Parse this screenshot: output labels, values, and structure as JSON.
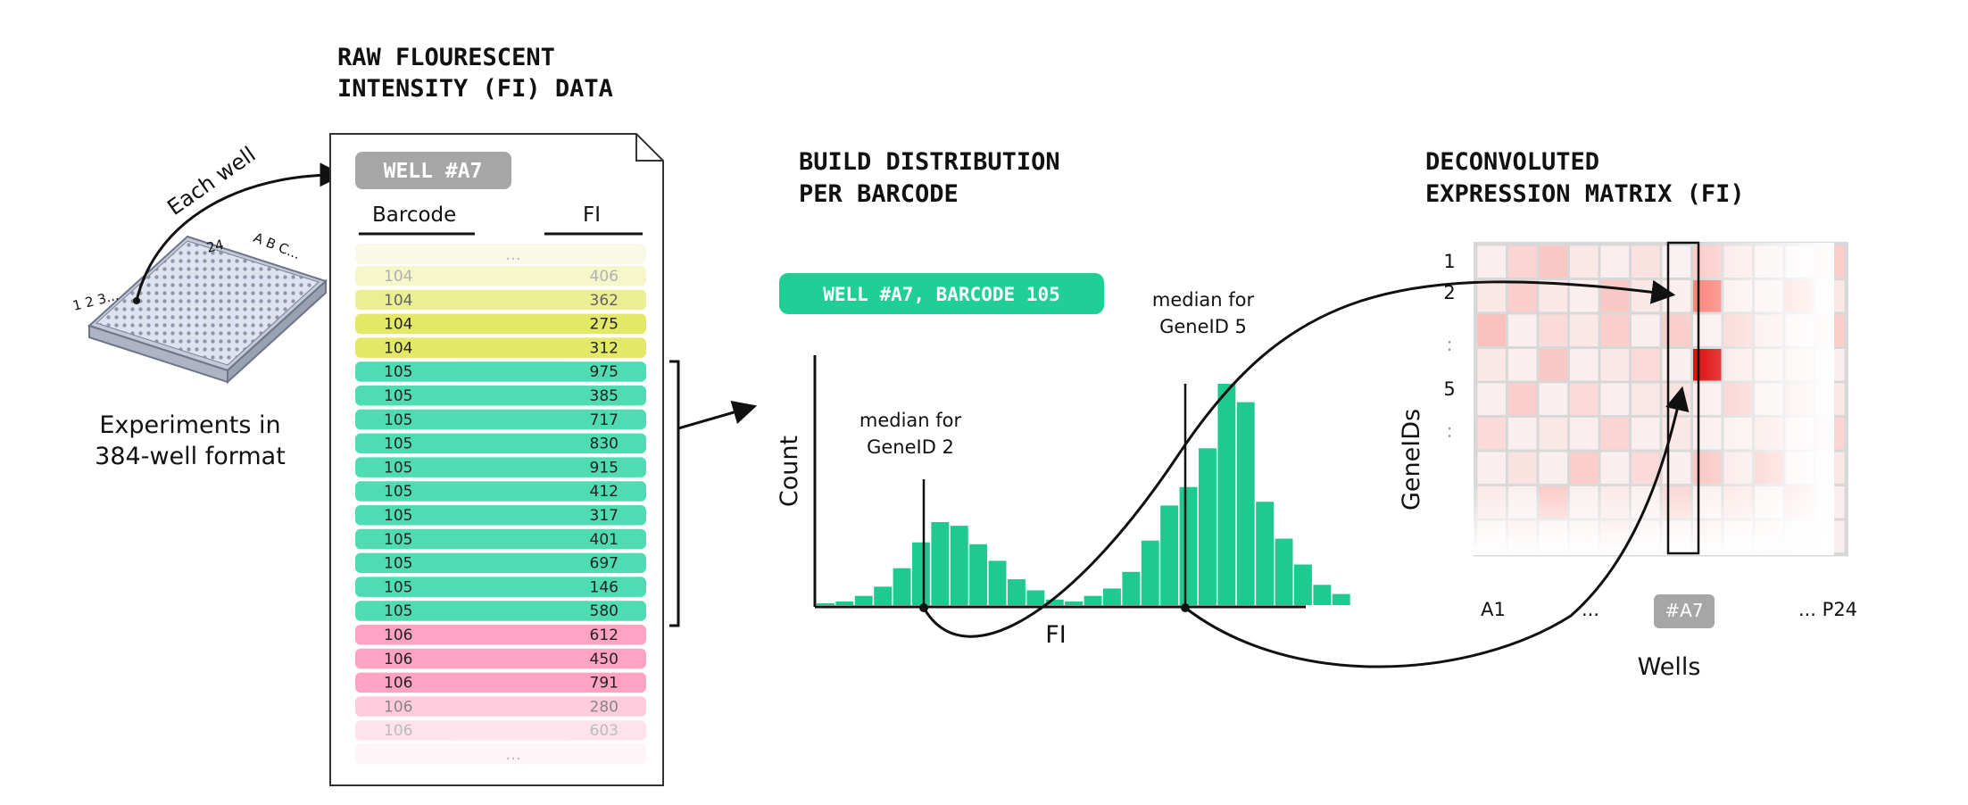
{
  "titles": {
    "raw_line1": "RAW FLOURESCENT",
    "raw_line2": "INTENSITY (FI) DATA",
    "dist_line1": "BUILD DISTRIBUTION",
    "dist_line2": "PER BARCODE",
    "matrix_line1": "DECONVOLUTED",
    "matrix_line2": "EXPRESSION MATRIX  (FI)"
  },
  "plate": {
    "label_each_well": "Each well",
    "label_cols": "1 2 3...",
    "label_24": "24",
    "label_rows": "A B C...",
    "caption_line1": "Experiments in",
    "caption_line2": "384-well format"
  },
  "table": {
    "well_badge": "WELL #A7",
    "col_barcode": "Barcode",
    "col_fi": "FI",
    "ellipsis": "...",
    "rows": [
      {
        "barcode": "104",
        "fi": "406"
      },
      {
        "barcode": "104",
        "fi": "362"
      },
      {
        "barcode": "104",
        "fi": "275"
      },
      {
        "barcode": "104",
        "fi": "312"
      },
      {
        "barcode": "105",
        "fi": "975"
      },
      {
        "barcode": "105",
        "fi": "385"
      },
      {
        "barcode": "105",
        "fi": "717"
      },
      {
        "barcode": "105",
        "fi": "830"
      },
      {
        "barcode": "105",
        "fi": "915"
      },
      {
        "barcode": "105",
        "fi": "412"
      },
      {
        "barcode": "105",
        "fi": "317"
      },
      {
        "barcode": "105",
        "fi": "401"
      },
      {
        "barcode": "105",
        "fi": "697"
      },
      {
        "barcode": "105",
        "fi": "146"
      },
      {
        "barcode": "105",
        "fi": "580"
      },
      {
        "barcode": "106",
        "fi": "612"
      },
      {
        "barcode": "106",
        "fi": "450"
      },
      {
        "barcode": "106",
        "fi": "791"
      },
      {
        "barcode": "106",
        "fi": "280"
      },
      {
        "barcode": "106",
        "fi": "603"
      }
    ]
  },
  "histogram": {
    "badge": "WELL #A7,  BARCODE 105",
    "ylabel": "Count",
    "xlabel": "FI",
    "median1_line1": "median for",
    "median1_line2": "GeneID 2",
    "median2_line1": "median for",
    "median2_line2": "GeneID 5",
    "bar_counts": [
      1,
      2,
      5,
      10,
      20,
      34,
      45,
      43,
      33,
      24,
      14,
      8,
      3,
      2,
      5,
      9,
      18,
      35,
      54,
      64,
      85,
      120,
      110,
      56,
      36,
      22,
      11,
      6
    ]
  },
  "matrix": {
    "row_labels": [
      "1",
      "2",
      ":",
      "5",
      ":"
    ],
    "ylabel": "GeneIDs",
    "x_a1": "A1",
    "x_dots": "...",
    "x_a7": "#A7",
    "x_p24": "... P24",
    "xlabel": "Wells",
    "highlight_color": "#e01010",
    "cell_levels": [
      [
        0.05,
        0.25,
        0.35,
        0.1,
        0.05,
        0.15,
        0.02,
        0.3,
        0.1,
        0.05,
        0.02,
        0.3
      ],
      [
        0.1,
        0.3,
        0.1,
        0.05,
        0.35,
        0.1,
        0.05,
        0.85,
        0.05,
        0.05,
        0.4,
        0.1
      ],
      [
        0.4,
        0.05,
        0.2,
        0.1,
        0.3,
        0.05,
        0.3,
        0.03,
        0.25,
        0.1,
        0.05,
        0.3
      ],
      [
        0.1,
        0.05,
        0.35,
        0.05,
        0.1,
        0.2,
        0.05,
        1.0,
        0.1,
        0.05,
        0.1,
        0.05
      ],
      [
        0.05,
        0.3,
        0.05,
        0.2,
        0.05,
        0.1,
        0.15,
        0.05,
        0.3,
        0.05,
        0.2,
        0.1
      ],
      [
        0.2,
        0.05,
        0.1,
        0.05,
        0.25,
        0.05,
        0.1,
        0.05,
        0.05,
        0.15,
        0.05,
        0.25
      ],
      [
        0.05,
        0.15,
        0.05,
        0.3,
        0.05,
        0.2,
        0.05,
        0.35,
        0.1,
        0.4,
        0.05,
        0.1
      ],
      [
        0.1,
        0.05,
        0.35,
        0.05,
        0.1,
        0.05,
        0.25,
        0.05,
        0.15,
        0.05,
        0.3,
        0.05
      ],
      [
        0.05,
        0.1,
        0.05,
        0.05,
        0.15,
        0.05,
        0.05,
        0.1,
        0.05,
        0.1,
        0.05,
        0.05
      ]
    ]
  },
  "colors": {
    "barcode_104": "#e3e866",
    "barcode_105": "#4fdcb2",
    "barcode_106": "#ffa2c3",
    "histogram_bar": "#1fc98f",
    "badge_gray": "#a6a6a6",
    "badge_teal": "#20cf96"
  }
}
